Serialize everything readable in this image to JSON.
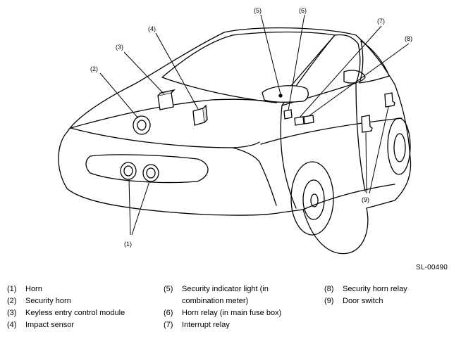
{
  "figure_id": "SL-00490",
  "callouts": [
    "(1)",
    "(2)",
    "(3)",
    "(4)",
    "(5)",
    "(6)",
    "(7)",
    "(8)",
    "(9)"
  ],
  "legend": [
    [
      {
        "num": "(1)",
        "text": "Horn"
      },
      {
        "num": "(2)",
        "text": "Security horn"
      },
      {
        "num": "(3)",
        "text": "Keyless entry control module"
      },
      {
        "num": "(4)",
        "text": "Impact sensor"
      }
    ],
    [
      {
        "num": "(5)",
        "text": "Security indicator light (in combination meter)"
      },
      {
        "num": "(6)",
        "text": "Horn relay (in main fuse box)"
      },
      {
        "num": "(7)",
        "text": "Interrupt relay"
      }
    ],
    [
      {
        "num": "(8)",
        "text": "Security horn relay"
      },
      {
        "num": "(9)",
        "text": "Door switch"
      }
    ]
  ]
}
